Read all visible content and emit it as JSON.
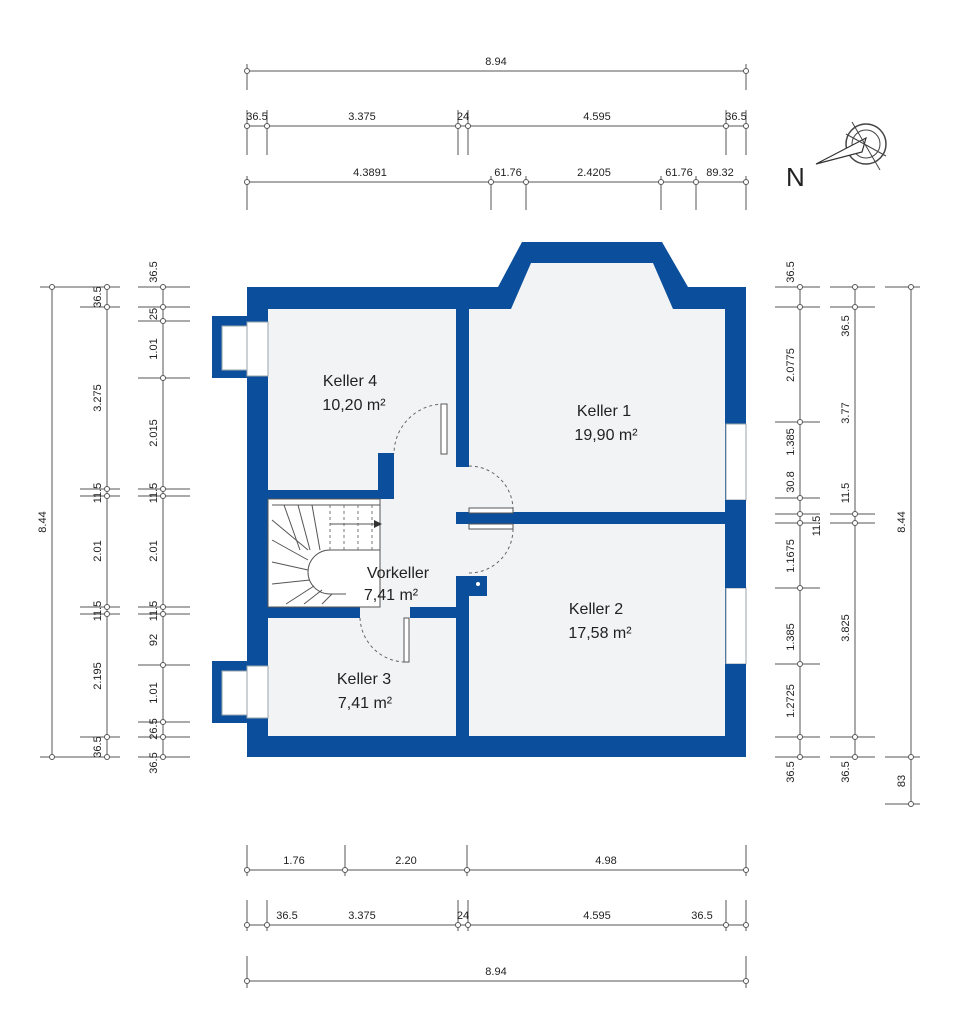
{
  "compass": {
    "label": "N"
  },
  "rooms": [
    {
      "id": "keller-4",
      "name": "Keller 4",
      "area": "10,20 m²"
    },
    {
      "id": "keller-1",
      "name": "Keller 1",
      "area": "19,90 m²"
    },
    {
      "id": "vorkeller",
      "name": "Vorkeller",
      "area": "7,41 m²"
    },
    {
      "id": "keller-2",
      "name": "Keller 2",
      "area": "17,58 m²"
    },
    {
      "id": "keller-3",
      "name": "Keller 3",
      "area": "7,41 m²"
    }
  ],
  "dimensions": {
    "top_total": "8.94",
    "top_row2": [
      "36.5",
      "3.375",
      "24",
      "4.595",
      "36.5"
    ],
    "top_row3": [
      "4.3891",
      "61.76",
      "2.4205",
      "61.76",
      "89.32"
    ],
    "bottom_row1": [
      "1.76",
      "2.20",
      "4.98"
    ],
    "bottom_row2": [
      "36.5",
      "3.375",
      "24",
      "4.595",
      "36.5"
    ],
    "bottom_total": "8.94",
    "left_outer": {
      "total": "8.44",
      "segments": [
        "36.5",
        "3.275",
        "11.5",
        "2.01",
        "11.5",
        "2.195",
        "36.5"
      ]
    },
    "left_inner": {
      "segments": [
        "36.5",
        "25",
        "1.01",
        "2.015",
        "11.5",
        "2.01",
        "11.5",
        "92",
        "1.01",
        "26.5",
        "36.5"
      ]
    },
    "right_inner": {
      "segments": [
        "36.5",
        "2.0775",
        "1.385",
        "30.8",
        "11.5",
        "1.1675",
        "1.385",
        "1.2725",
        "36.5"
      ]
    },
    "right_mid": {
      "segments": [
        "36.5",
        "3.77",
        "11.5",
        "3.825",
        "36.5"
      ]
    },
    "right_outer": {
      "total": "8.44",
      "extra": "83"
    }
  }
}
